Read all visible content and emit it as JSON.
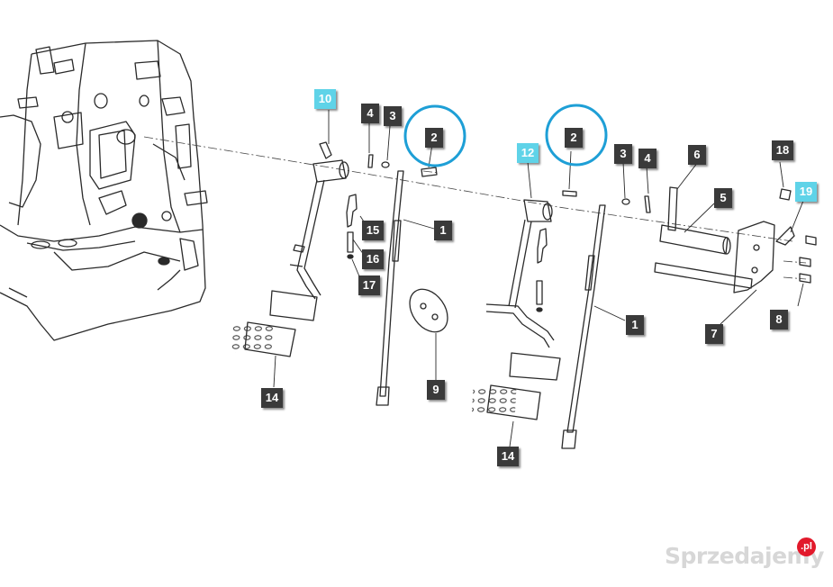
{
  "callouts": [
    {
      "id": "c10",
      "label": "10",
      "style": "cyan"
    },
    {
      "id": "c4a",
      "label": "4",
      "style": "dark"
    },
    {
      "id": "c3a",
      "label": "3",
      "style": "dark"
    },
    {
      "id": "c2a",
      "label": "2",
      "style": "dark"
    },
    {
      "id": "c2b",
      "label": "2",
      "style": "dark"
    },
    {
      "id": "c12",
      "label": "12",
      "style": "cyan"
    },
    {
      "id": "c3b",
      "label": "3",
      "style": "dark"
    },
    {
      "id": "c4b",
      "label": "4",
      "style": "dark"
    },
    {
      "id": "c6",
      "label": "6",
      "style": "dark"
    },
    {
      "id": "c18",
      "label": "18",
      "style": "dark"
    },
    {
      "id": "c19",
      "label": "19",
      "style": "cyan"
    },
    {
      "id": "c5",
      "label": "5",
      "style": "dark"
    },
    {
      "id": "c15",
      "label": "15",
      "style": "dark"
    },
    {
      "id": "c1a",
      "label": "1",
      "style": "dark"
    },
    {
      "id": "c16",
      "label": "16",
      "style": "dark"
    },
    {
      "id": "c17",
      "label": "17",
      "style": "dark"
    },
    {
      "id": "c1b",
      "label": "1",
      "style": "dark"
    },
    {
      "id": "c7",
      "label": "7",
      "style": "dark"
    },
    {
      "id": "c8",
      "label": "8",
      "style": "dark"
    },
    {
      "id": "c9",
      "label": "9",
      "style": "dark"
    },
    {
      "id": "c14a",
      "label": "14",
      "style": "dark"
    },
    {
      "id": "c14b",
      "label": "14",
      "style": "dark"
    }
  ],
  "highlight_color": "#1e9fd6",
  "callout_dark_color": "#3a3a3a",
  "callout_cyan_color": "#5fd3e8",
  "watermark": {
    "text": "Sprzedajemy",
    "badge": ".pl"
  }
}
